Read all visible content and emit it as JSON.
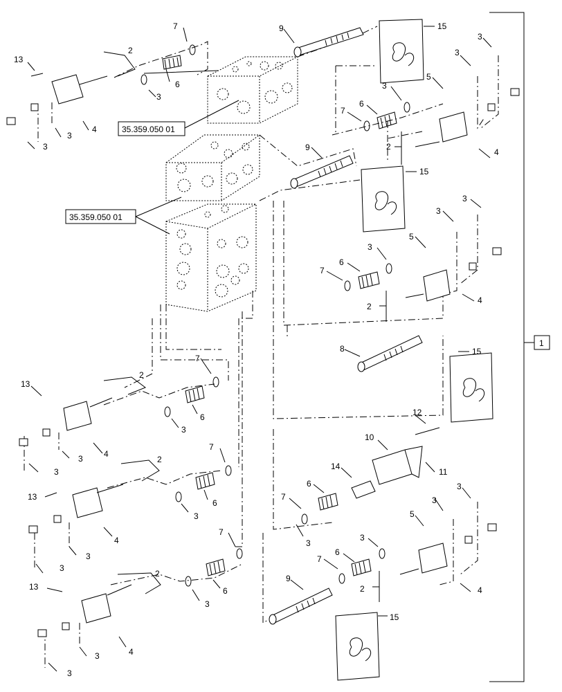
{
  "callouts": {
    "c1": "1",
    "c2": "2",
    "c3": "3",
    "c4": "4",
    "c5": "5",
    "c6": "6",
    "c7": "7",
    "c8": "8",
    "c9": "9",
    "c10": "10",
    "c11": "11",
    "c12": "12",
    "c13": "13",
    "c14": "14",
    "c15": "15"
  },
  "reference_labels": {
    "upper_section": "35.359.050 01",
    "lower_section": "35.359.050 01"
  }
}
